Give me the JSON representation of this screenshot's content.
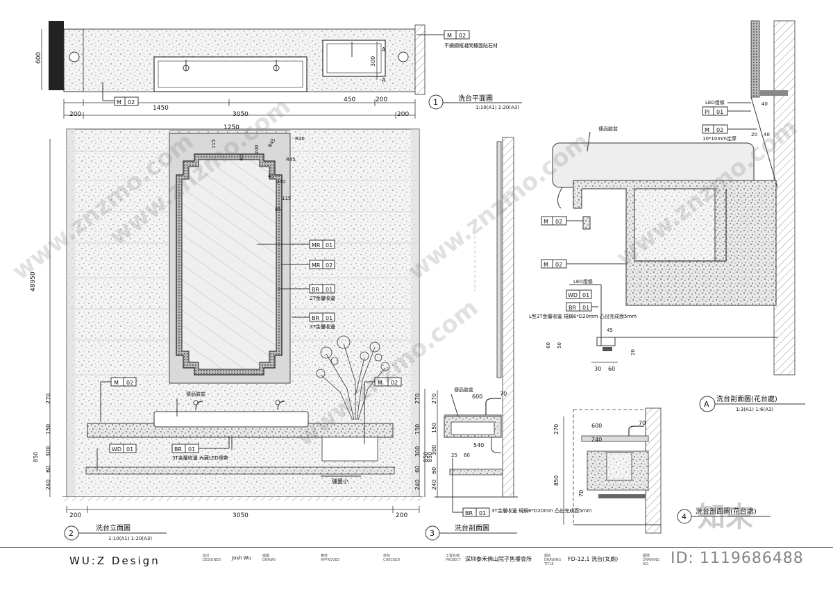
{
  "plan": {
    "dims_top": [
      "600",
      "300",
      "A",
      "A"
    ],
    "dims_bottom": [
      "200",
      "1450",
      "450",
      "200",
      "3050",
      "200"
    ],
    "tag_m02_a": {
      "code": "M",
      "num": "02"
    },
    "tag_m02_b": {
      "code": "M",
      "num": "02"
    },
    "note_stone": "不鏽鋼框凝問檯面貼石材",
    "view_no": "1",
    "view_title": "洗台平面圖",
    "scale": "1:10(A1)    1:20(A3)"
  },
  "elevation": {
    "dims_mirror": [
      "1250",
      "115",
      "R45",
      "R40",
      "240",
      "40",
      "R45",
      "45",
      "250",
      "115",
      "85"
    ],
    "dims_left": [
      "48950",
      "270",
      "150",
      "300",
      "850",
      "60",
      "240"
    ],
    "dims_right": [
      "270",
      "150",
      "300",
      "850",
      "60",
      "240"
    ],
    "dims_bottom": [
      "200",
      "3050",
      "200"
    ],
    "tags": [
      {
        "code": "MR",
        "num": "01",
        "note": ""
      },
      {
        "code": "MR",
        "num": "02",
        "note": ""
      },
      {
        "code": "BR",
        "num": "01",
        "note": "2T金屬收邊"
      },
      {
        "code": "BR",
        "num": "01",
        "note": "3T金屬收邊"
      },
      {
        "code": "M",
        "num": "02",
        "note": ""
      },
      {
        "code": "M",
        "num": "02",
        "note": ""
      },
      {
        "code": "WD",
        "num": "01",
        "note": ""
      },
      {
        "code": "BR",
        "num": "01",
        "note": "3T金屬收邊 內藏LED燈帶"
      }
    ],
    "label_basin": "便品臉盆",
    "label_storage": "儲量小",
    "view_no": "2",
    "view_title": "洗台立面圖",
    "scale": "1:10(A1)   1:20(A3)"
  },
  "section3": {
    "label_basin": "便品臉盆",
    "dims": [
      "600",
      "70",
      "540",
      "25",
      "60",
      "270",
      "150",
      "300",
      "850",
      "60",
      "240"
    ],
    "tag": {
      "code": "BR",
      "num": "01"
    },
    "note": "3T金屬收邊 規鍋6*D20mm 凸出完成面5mm",
    "view_no": "3",
    "view_title": "洗台剖面圖"
  },
  "sectionA": {
    "top_tags": [
      {
        "code": "LED燈條",
        "num": ""
      },
      {
        "code": "PI",
        "num": "01"
      },
      {
        "code": "M",
        "num": "02"
      }
    ],
    "note_top": "10*10mm定厚",
    "label_basin": "便品臉盆",
    "tag_m02_1": {
      "code": "M",
      "num": "02"
    },
    "tag_m02_2": {
      "code": "M",
      "num": "02"
    },
    "led_label": "LED燈條",
    "tag_wd": {
      "code": "WD",
      "num": "01"
    },
    "tag_br": {
      "code": "BR",
      "num": "01"
    },
    "note_l": "L型3T金屬收邊 規鍋6*D20mm 凸出完成面5mm",
    "dims": [
      "40",
      "20",
      "40",
      "45",
      "60",
      "50",
      "20",
      "30",
      "60"
    ],
    "view_no": "A",
    "view_title": "洗台剖面圖(花台處)",
    "scale": "1:3(A1)   1:6(A3)"
  },
  "section4": {
    "dims": [
      "600",
      "70",
      "240",
      "270",
      "850",
      "70"
    ],
    "view_no": "4",
    "view_title": "洗台剖面圖(花台處)"
  },
  "title_block": {
    "company": "WU:Z Design",
    "designed_label": "設計 DESIGNED",
    "designer": "Josh Wu",
    "drawn_label": "繪圖 DRAWN",
    "approved_label": "審核 APPROVED",
    "checked_label": "校核 CHECKED",
    "project_label": "工程名稱 PROJECT",
    "project": "深圳泰禾佛山院子售樓會所",
    "title_label": "圖名 DRAWING TITLE",
    "drawing_title": "FD-12.1 洗台(女廁)",
    "no_label": "圖號 DRAWING NO."
  },
  "watermark": {
    "text": "www.znzmo.com",
    "brand": "知末",
    "id": "ID: 1119686488"
  }
}
